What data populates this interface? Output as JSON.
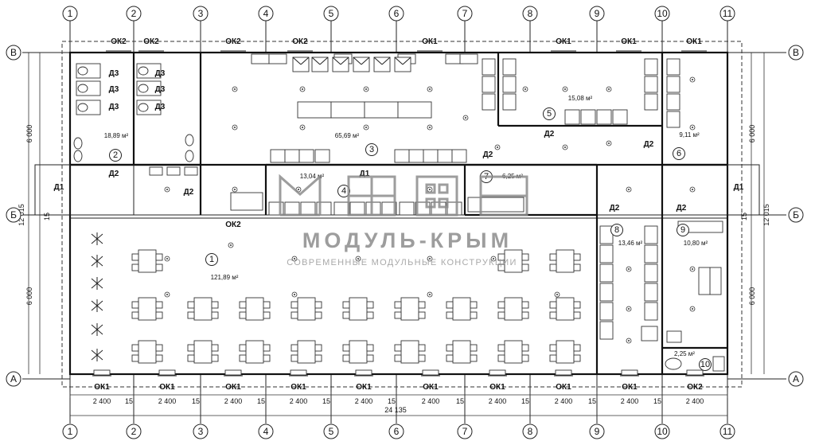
{
  "axes": {
    "columns": [
      "1",
      "2",
      "3",
      "4",
      "5",
      "6",
      "7",
      "8",
      "9",
      "10",
      "11"
    ],
    "rows": [
      "В",
      "Б",
      "А"
    ]
  },
  "windows_top": [
    "ОК2",
    "ОК2",
    "ОК2",
    "ОК2",
    "ОК1",
    "ОК1",
    "ОК1",
    "ОК1"
  ],
  "windows_bottom": [
    "ОК1",
    "ОК1",
    "ОК1",
    "ОК1",
    "ОК1",
    "ОК1",
    "ОК1",
    "ОК1",
    "ОК1",
    "ОК2"
  ],
  "window_mid": "ОК2",
  "doors": {
    "d3": "Д3",
    "d2": "Д2",
    "d1": "Д1"
  },
  "rooms": [
    {
      "num": "1",
      "area": "121,89 м²"
    },
    {
      "num": "2",
      "area": "18,89 м²"
    },
    {
      "num": "3",
      "area": "65,69 м²"
    },
    {
      "num": "4",
      "area": "13,04 м²"
    },
    {
      "num": "5",
      "area": "15,08 м²"
    },
    {
      "num": "6",
      "area": "9,11 м²"
    },
    {
      "num": "7",
      "area": "6,25 м²"
    },
    {
      "num": "8",
      "area": "13,46 м²"
    },
    {
      "num": "9",
      "area": "10,80 м²"
    },
    {
      "num": "10",
      "area": "2,25 м²"
    }
  ],
  "dimensions": {
    "module_width": "2 400",
    "gap": "15",
    "total_width": "24 135",
    "module_height": "6 000",
    "total_height": "12 015",
    "gap_vertical": "15"
  },
  "watermark": {
    "brand": "МОДУЛЬ-КРЫМ",
    "tagline": "СОВРЕМЕННЫЕ МОДУЛЬНЫЕ КОНСТРУКЦИИ"
  }
}
